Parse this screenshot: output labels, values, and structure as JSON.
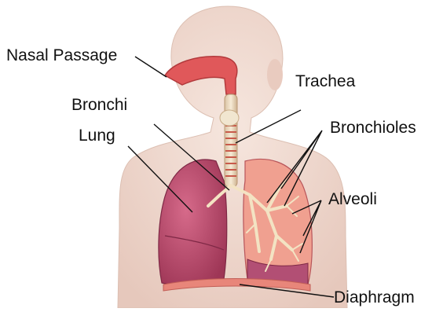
{
  "labels": {
    "nasal_passage": "Nasal Passage",
    "trachea": "Trachea",
    "bronchi": "Bronchi",
    "lung": "Lung",
    "bronchioles": "Bronchioles",
    "alveoli": "Alveoli",
    "diaphragm": "Diaphragm"
  },
  "colors": {
    "skin": "#efd9cf",
    "lung": "#c7577a",
    "lung_cutaway": "#f0a090",
    "nasal": "#e0585a",
    "trachea": "#e9d7bf",
    "bronchial_tree": "#f3e3c3",
    "diaphragm": "#e8867a",
    "leader_line": "#111111"
  }
}
